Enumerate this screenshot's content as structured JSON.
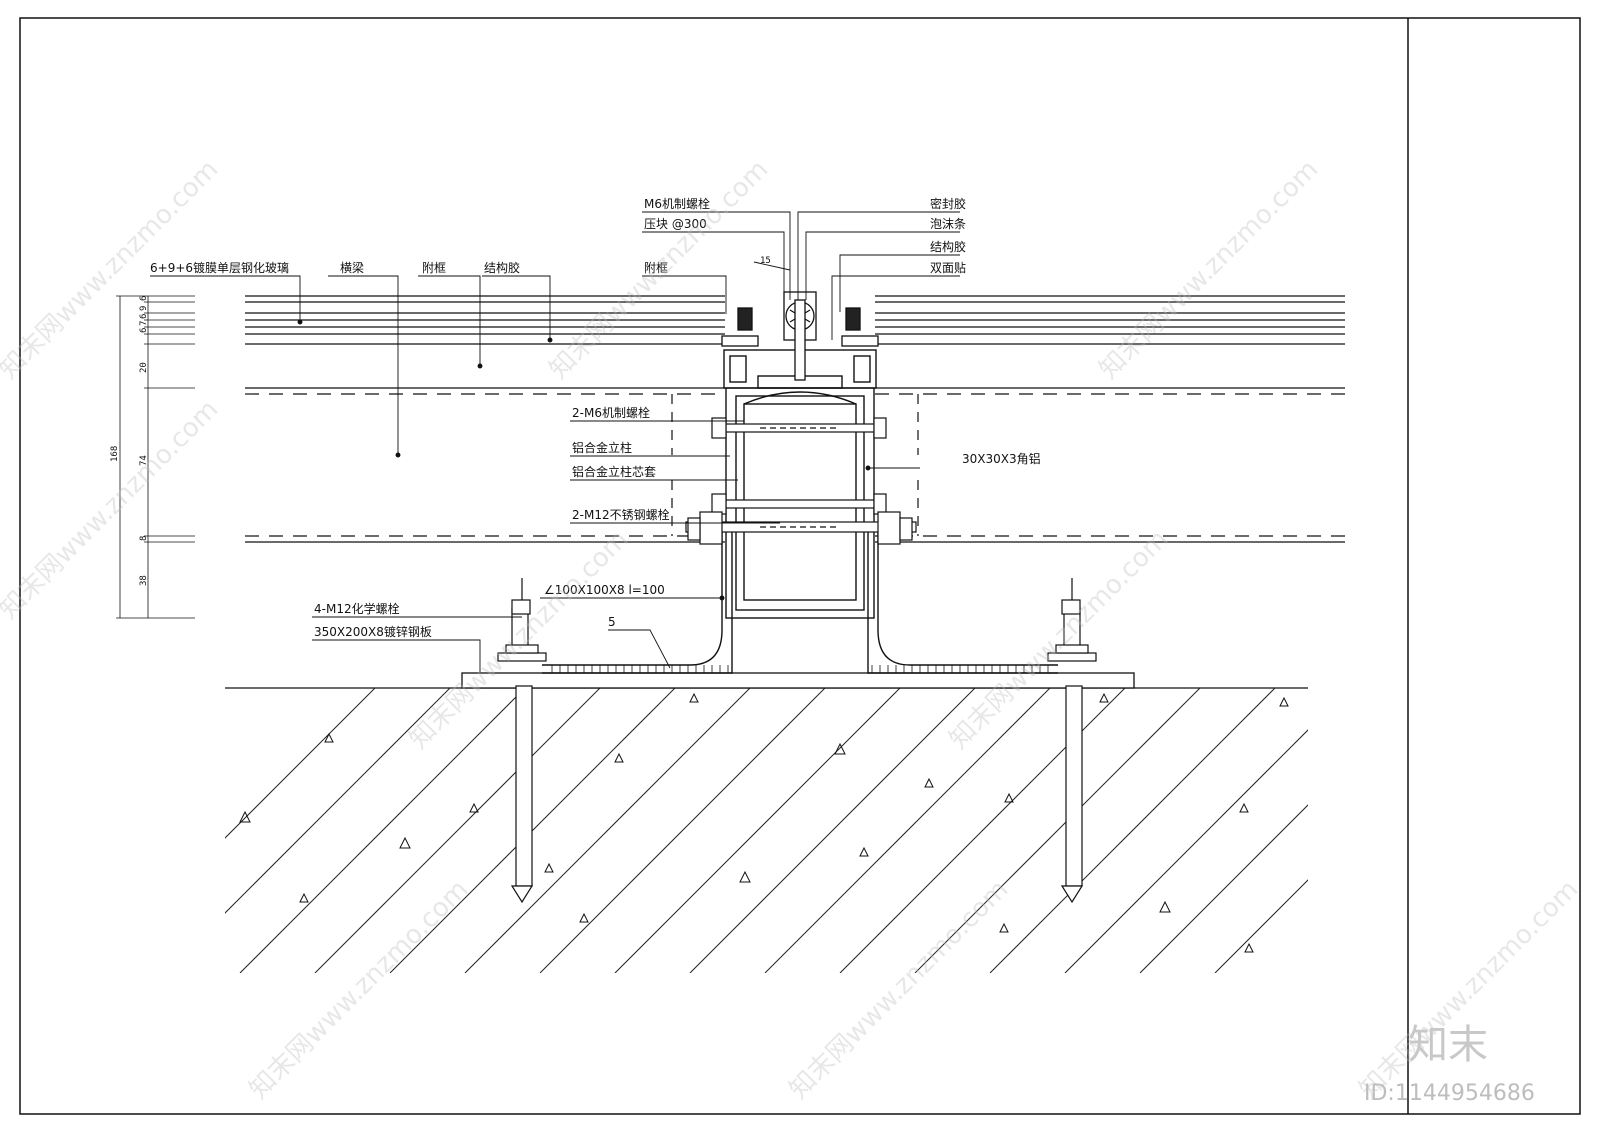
{
  "labels": {
    "glass": "6+9+6镀膜单层钢化玻璃",
    "beam": "横梁",
    "subframe_left": "附框",
    "structural_sealant_left": "结构胶",
    "bolt_m6_top": "M6机制螺栓",
    "pressure_block": "压块  @300",
    "subframe_mid": "附框",
    "sealant": "密封胶",
    "foam_strip": "泡沫条",
    "structural_sealant_right": "结构胶",
    "double_tape": "双面贴",
    "dim_15": "15",
    "bolt_2m6": "2-M6机制螺栓",
    "alu_column": "铝合金立柱",
    "alu_core": "铝合金立柱芯套",
    "bolt_2m12": "2-M12不锈钢螺栓",
    "angle_alu": "30X30X3角铝",
    "angle_steel": "∠100X100X8  l=100",
    "weld": "5",
    "chem_bolt": "4-M12化学螺栓",
    "plate": "350X200X8镀锌钢板"
  },
  "dimensions": {
    "total": "168",
    "segments": [
      "6",
      "9",
      "6",
      "7",
      "6",
      "20",
      "74",
      "8",
      "38"
    ]
  },
  "watermark": {
    "site": "知末网www.znzmo.com",
    "brand": "知末",
    "id": "ID:1144954686"
  }
}
